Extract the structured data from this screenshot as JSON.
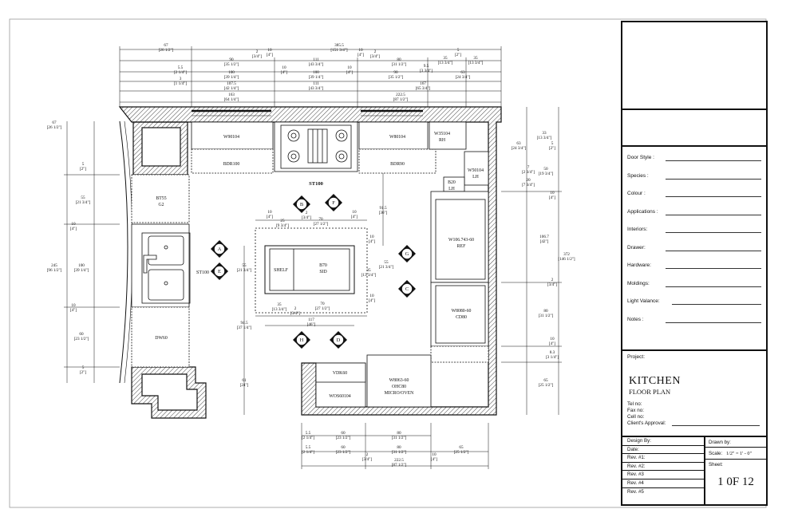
{
  "plan": {
    "cabinets": {
      "w90104": "W90104",
      "bdr100": "BDR100",
      "st100_top": "ST100",
      "w80104": "W80104",
      "bdr90": "BDR90",
      "w35104": "W35104",
      "rh": "RH",
      "w50104": "W50104",
      "lh": "LH",
      "b20": "B20",
      "lh2": "LH",
      "bt55": "BT55",
      "g2": "G2",
      "st100_side": "ST100",
      "dw60": "DW60",
      "shelf": "SHELF",
      "b70": "B70",
      "sid": "SID",
      "w106": "W106.743-60",
      "ref": "REF",
      "w8080": "W8080-60",
      "cd80": "CD80",
      "vdk60": "VDK60",
      "wos60104": "WOS60104",
      "w8063": "W8063-60",
      "ohc80": "OHC80",
      "micro": "MICRO/OVEN"
    },
    "views": [
      "A",
      "B",
      "C",
      "D",
      "E",
      "F",
      "G",
      "H"
    ],
    "dims_top": {
      "d67": "67",
      "d67i": "[26 1/2\"]",
      "d385": "385.5",
      "d385i": "[151 3/4\"]",
      "d2": "2",
      "d2i": "[3/4\"]",
      "d10": "10",
      "d10i": "[4\"]",
      "d10b": "10",
      "d10bi": "[4\"]",
      "d2b": "2",
      "d2bi": "[3/4\"]",
      "d5": "5",
      "d5i": "[2\"]",
      "d5_5": "5.5",
      "d5_5i": "[2 1/4\"]",
      "d3": "3",
      "d3i": "[1 1/4\"]",
      "d90": "90",
      "d90i": "[35 1/2\"]",
      "d10c": "10",
      "d10ci": "[4\"]",
      "d111": "111",
      "d111i": "[43 3/4\"]",
      "d10d": "10",
      "d10di": "[4\"]",
      "d80": "80",
      "d80i": "[31 1/2\"]",
      "d35": "35",
      "d35i": "[13 3/4\"]",
      "d35b": "35",
      "d35bi": "[13 3/4\"]",
      "d100": "100",
      "d100i": "[39 1/4\"]",
      "d100b": "100",
      "d100bi": "[39 1/4\"]",
      "d90b": "90",
      "d90bi": "[35 1/2\"]",
      "d9_5": "9.5",
      "d9_5i": "[3 3/4\"]",
      "d63": "63",
      "d63i": "[24 3/4\"]",
      "d107": "107.5",
      "d107i": "[42 1/4\"]",
      "d111b": "111",
      "d111bi": "[43 3/4\"]",
      "d167": "167",
      "d167i": "[65 3/4\"]",
      "d163": "163",
      "d163i": "[64 1/4\"]",
      "d222": "222.5",
      "d222i": "[87 1/2\"]"
    },
    "dims_left": {
      "d67": "67",
      "d67i": "[26 1/2\"]",
      "d5": "5",
      "d5i": "[2\"]",
      "d55": "55",
      "d55i": "[21 3/4\"]",
      "d10": "10",
      "d10i": "[4\"]",
      "d245": "245",
      "d245i": "[96 1/2\"]",
      "d100": "100",
      "d100i": "[39 1/4\"]",
      "d10b": "10",
      "d10bi": "[4\"]",
      "d60": "60",
      "d60i": "[23 1/2\"]",
      "d5b": "5",
      "d5bi": "[2\"]"
    },
    "dims_right": {
      "d33": "33",
      "d33i": "[13 3/4\"]",
      "d63": "63",
      "d63i": "[24 3/4\"]",
      "d5": "5",
      "d5i": "[2\"]",
      "d7": "7",
      "d7i": "[2 3/4\"]",
      "d50": "50",
      "d50i": "[19 3/4\"]",
      "d20": "20",
      "d20i": "[7 3/4\"]",
      "d10": "10",
      "d10i": "[4\"]",
      "d106": "106.7",
      "d106i": "[42\"]",
      "d372": "372",
      "d372i": "[146 1/2\"]",
      "d2": "2",
      "d2i": "[3/4\"]",
      "d80": "80",
      "d80i": "[31 1/2\"]",
      "d10b": "10",
      "d10bi": "[4\"]",
      "d8_3": "8.3",
      "d8_3i": "[3 1/4\"]",
      "d65": "65",
      "d65i": "[25 1/2\"]"
    },
    "dims_island": {
      "d91": "91.5",
      "d91i": "[36\"]",
      "d10a": "10",
      "d10ai": "[4\"]",
      "d2a": "2",
      "d2ai": "[3/4\"]",
      "d70a": "70",
      "d70ai": "[27 1/2\"]",
      "d10b": "10",
      "d10bi": "[4\"]",
      "d25": "25",
      "d25i": "[9 3/4\"]",
      "d10c": "10",
      "d10ci": "[4\"]",
      "d55l": "55",
      "d55li": "[21 3/4\"]",
      "d35": "35",
      "d35i": "[13 3/4\"]",
      "d55r": "55",
      "d55ri": "[21 3/4\"]",
      "d10d": "10",
      "d10di": "[4\"]",
      "d35b": "35",
      "d35bi": "[13 3/4\"]",
      "d2b": "2",
      "d2bi": "[3/4\"]",
      "d70b": "70",
      "d70bi": "[27 1/2\"]",
      "d117": "117",
      "d117i": "[46\"]",
      "d94": "94.5",
      "d94i": "[37 1/4\"]",
      "d61": "61",
      "d61i": "[24\"]"
    },
    "dims_bottom": {
      "d5_5a": "5.5",
      "d5_5ai": "[2 1/4\"]",
      "d60a": "60",
      "d60ai": "[23 1/2\"]",
      "d80a": "80",
      "d80ai": "[31 1/2\"]",
      "d5_5b": "5.5",
      "d5_5bi": "[2 1/4\"]",
      "d60b": "60",
      "d60bi": "[23 1/2\"]",
      "d2": "2",
      "d2i": "[3/4\"]",
      "d80b": "80",
      "d80bi": "[31 1/2\"]",
      "d10": "10",
      "d10i": "[4\"]",
      "d65": "65",
      "d65i": "[25 1/2\"]",
      "d222": "222.5",
      "d222i": "[87 1/2\"]"
    }
  },
  "title_block": {
    "fields": [
      {
        "label": "Door Style :"
      },
      {
        "label": "Species :"
      },
      {
        "label": "Colour :"
      },
      {
        "label": "Applications :"
      },
      {
        "label": "Interiors:"
      },
      {
        "label": "Drawer:"
      },
      {
        "label": "Hardware:"
      },
      {
        "label": "Moldings:"
      },
      {
        "label": "Light Valance:"
      },
      {
        "label": "Notes :"
      }
    ],
    "project_label": "Project:",
    "title": "KITCHEN",
    "subtitle": "FLOOR PLAN",
    "tel": "Tel no:",
    "fax": "Fax no:",
    "cell": "Cell no:",
    "approval": "Client's Approval:",
    "design_by": "Design By:",
    "date": "Date:",
    "revs": [
      "Rev. #1:",
      "Rev. #2:",
      "Rev. #3",
      "Rev. #4",
      "Rev. #5"
    ],
    "drawn_by": "Drawn by:",
    "scale_label": "Scale:",
    "scale_value": "1/2\" = 1' - 0\"",
    "sheet_label": "Sheet:",
    "sheet_value": "1 0F 12"
  },
  "colors": {
    "line": "#111111",
    "hatch": "#444444",
    "paper": "#ffffff"
  }
}
